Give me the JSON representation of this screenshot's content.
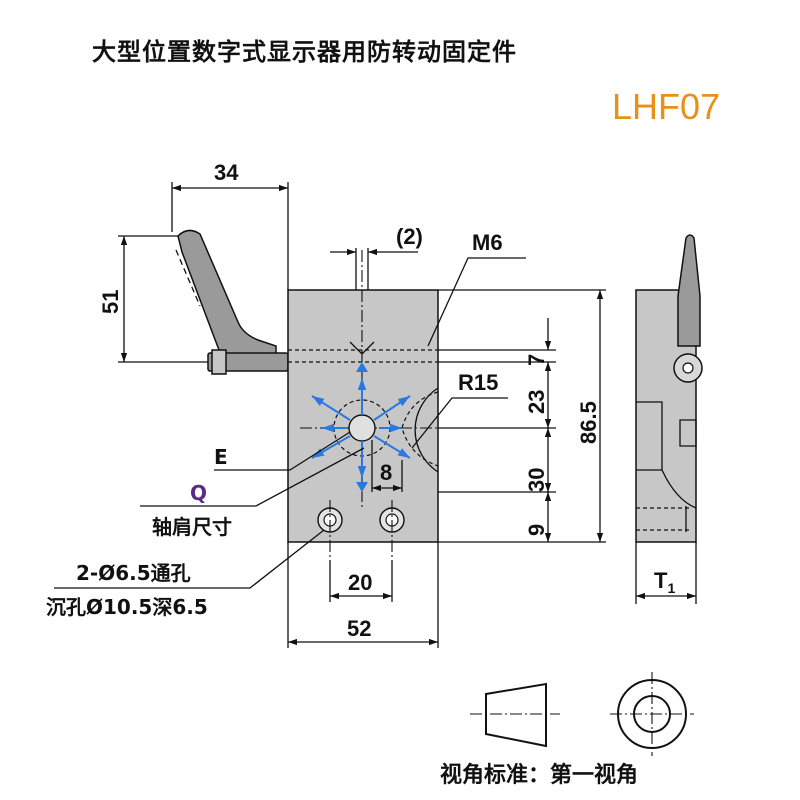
{
  "title": "大型位置数字式显示器用防转动固定件",
  "product_code": "LHF07",
  "dimensions": {
    "d34": "34",
    "d51": "51",
    "d2": "(2)",
    "m6": "M6",
    "d7": "7",
    "d23": "23",
    "r15": "R15",
    "d86_5": "86.5",
    "d30": "30",
    "d9": "9",
    "d8": "8",
    "d20": "20",
    "d52": "52",
    "t1": "T",
    "t1_sub": "1"
  },
  "labels": {
    "e": "E",
    "q": "Q",
    "shoulder": "轴肩尺寸",
    "hole": "2-Ø6.5通孔",
    "counterbore": "沉孔Ø10.5深6.5"
  },
  "projection": "视角标准：第一视角",
  "colors": {
    "code": "#e8901a",
    "q_label": "#5a2a8a",
    "arrows": "#2a78e0"
  }
}
